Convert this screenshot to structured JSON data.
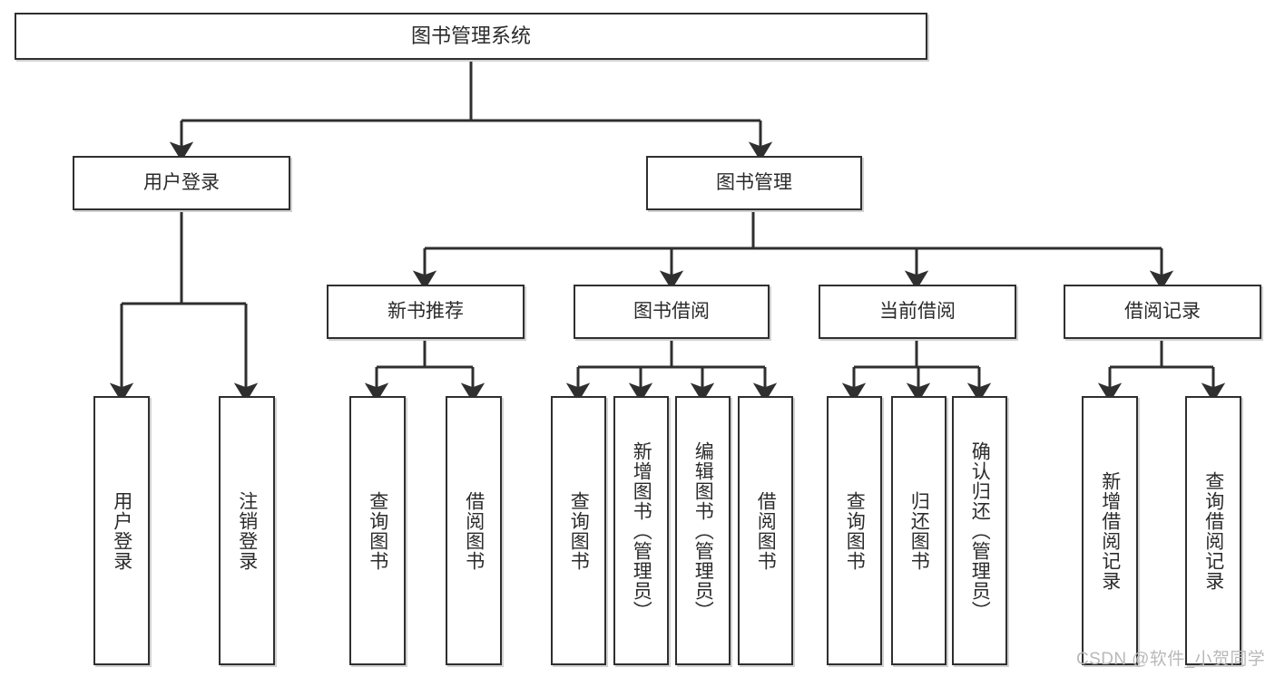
{
  "diagram": {
    "type": "tree",
    "title": "图书管理系统",
    "orientation": "top-down",
    "edge_style": "orthogonal-arrow",
    "colors": {
      "node_border": "#2f2f2f",
      "node_fill": "#ffffff",
      "edge": "#2f2f2f",
      "text": "#2b2b2b",
      "shadow": "#d2d2d2",
      "watermark": "#b9b9b9"
    },
    "root": {
      "label": "图书管理系统"
    },
    "level2": [
      {
        "id": "user-login",
        "label": "用户登录"
      },
      {
        "id": "book-manage",
        "label": "图书管理"
      }
    ],
    "level3": [
      {
        "id": "new-book-rec",
        "label": "新书推荐"
      },
      {
        "id": "book-borrow",
        "label": "图书借阅"
      },
      {
        "id": "current-borrow",
        "label": "当前借阅"
      },
      {
        "id": "borrow-record",
        "label": "借阅记录"
      }
    ],
    "leaves": {
      "user_login": [
        {
          "id": "leaf-user-login",
          "label": "用户登录"
        },
        {
          "id": "leaf-logout",
          "label": "注销登录"
        }
      ],
      "new_book_rec": [
        {
          "id": "leaf-query-book-1",
          "label": "查询图书"
        },
        {
          "id": "leaf-borrow-book-1",
          "label": "借阅图书"
        }
      ],
      "book_borrow": [
        {
          "id": "leaf-query-book-2",
          "label": "查询图书"
        },
        {
          "id": "leaf-add-book",
          "label": "新增图书（管理员）"
        },
        {
          "id": "leaf-edit-book",
          "label": "编辑图书（管理员）"
        },
        {
          "id": "leaf-borrow-book-2",
          "label": "借阅图书"
        }
      ],
      "current_borrow": [
        {
          "id": "leaf-query-book-3",
          "label": "查询图书"
        },
        {
          "id": "leaf-return-book",
          "label": "归还图书"
        },
        {
          "id": "leaf-confirm-return",
          "label": "确认归还（管理员）"
        }
      ],
      "borrow_record": [
        {
          "id": "leaf-add-record",
          "label": "新增借阅记录"
        },
        {
          "id": "leaf-query-record",
          "label": "查询借阅记录"
        }
      ]
    }
  },
  "watermark": {
    "text": "CSDN @软件_小贺同学"
  }
}
